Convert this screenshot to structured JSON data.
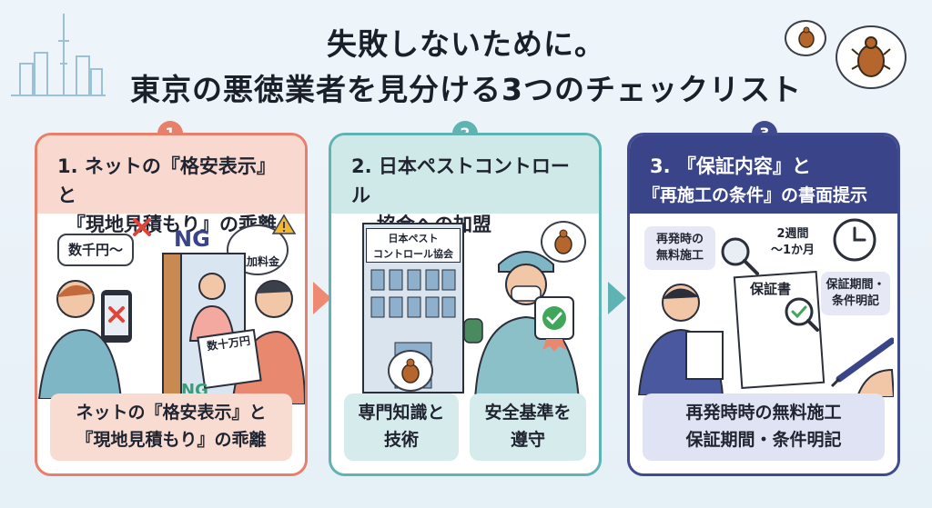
{
  "title": {
    "line1": "失敗しないために。",
    "line2": "東京の悪徳業者を見分ける3つのチェックリスト"
  },
  "steps": [
    {
      "number": "1",
      "heading_line1": "1. ネットの『格安表示』と",
      "heading_line2": "『現地見積もり』の乖離",
      "bubble_text": "数千円〜",
      "ng_top": "NG",
      "ng_bottom": "NG",
      "extra_fee": "追加料金",
      "estimate_label": "数十万円",
      "footer_line1": "ネットの『格安表示』と",
      "footer_line2": "『現地見積もり』の乖離",
      "accent": "#e77f6a"
    },
    {
      "number": "2",
      "heading_line1": "2. 日本ペストコントロール",
      "heading_line2": "協会への加盟",
      "sign_line1": "日本ペスト",
      "sign_line2": "コントロール協会",
      "footer_a_line1": "専門知識と",
      "footer_a_line2": "技術",
      "footer_b_line1": "安全基準を",
      "footer_b_line2": "遵守",
      "accent": "#5fb3b3"
    },
    {
      "number": "3",
      "heading_line1": "3. 『保証内容』と",
      "heading_line2": "『再施工の条件』の書面提示",
      "tag_free_line1": "再発時の",
      "tag_free_line2": "無料施工",
      "tag_period_line1": "2週間",
      "tag_period_line2": "〜1か月",
      "doc_title": "保証書",
      "tag_terms_line1": "保証期間・",
      "tag_terms_line2": "条件明記",
      "footer_line1": "再発時時の無料施工",
      "footer_line2": "保証期間・条件明記",
      "accent": "#3f4a8f"
    }
  ],
  "icons": [
    "city-skyline-icon",
    "bedbug-icon",
    "cross-icon",
    "warning-icon",
    "check-badge-icon",
    "magnifier-icon",
    "clock-icon",
    "pen-icon"
  ]
}
